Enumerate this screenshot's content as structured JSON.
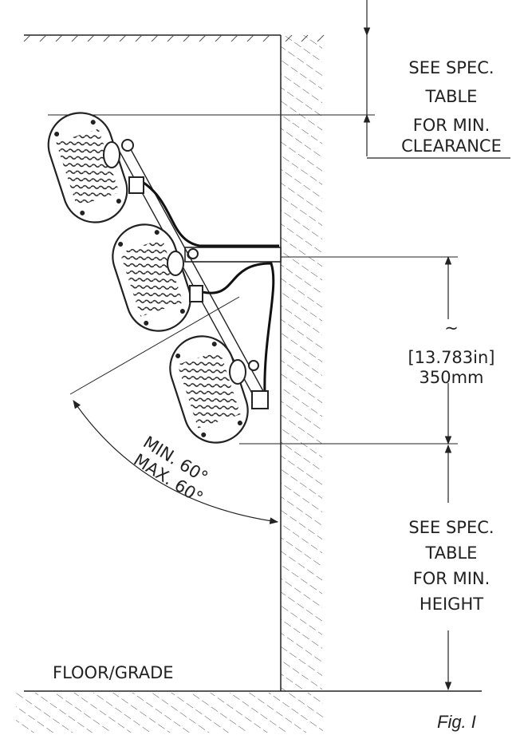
{
  "top_clearance_note": [
    "SEE SPEC.",
    "TABLE",
    "FOR MIN.",
    "CLEARANCE"
  ],
  "spacing": {
    "approx": "~",
    "inches": "[13.783in]",
    "mm": "350mm"
  },
  "height_note": [
    "SEE SPEC.",
    "TABLE",
    "FOR MIN.",
    "HEIGHT"
  ],
  "angle": {
    "min": "MIN. 60°",
    "max": "MAX. 60°"
  },
  "floor_label": "FLOOR/GRADE",
  "figure_label": "Fig. I",
  "heater_count": 3
}
